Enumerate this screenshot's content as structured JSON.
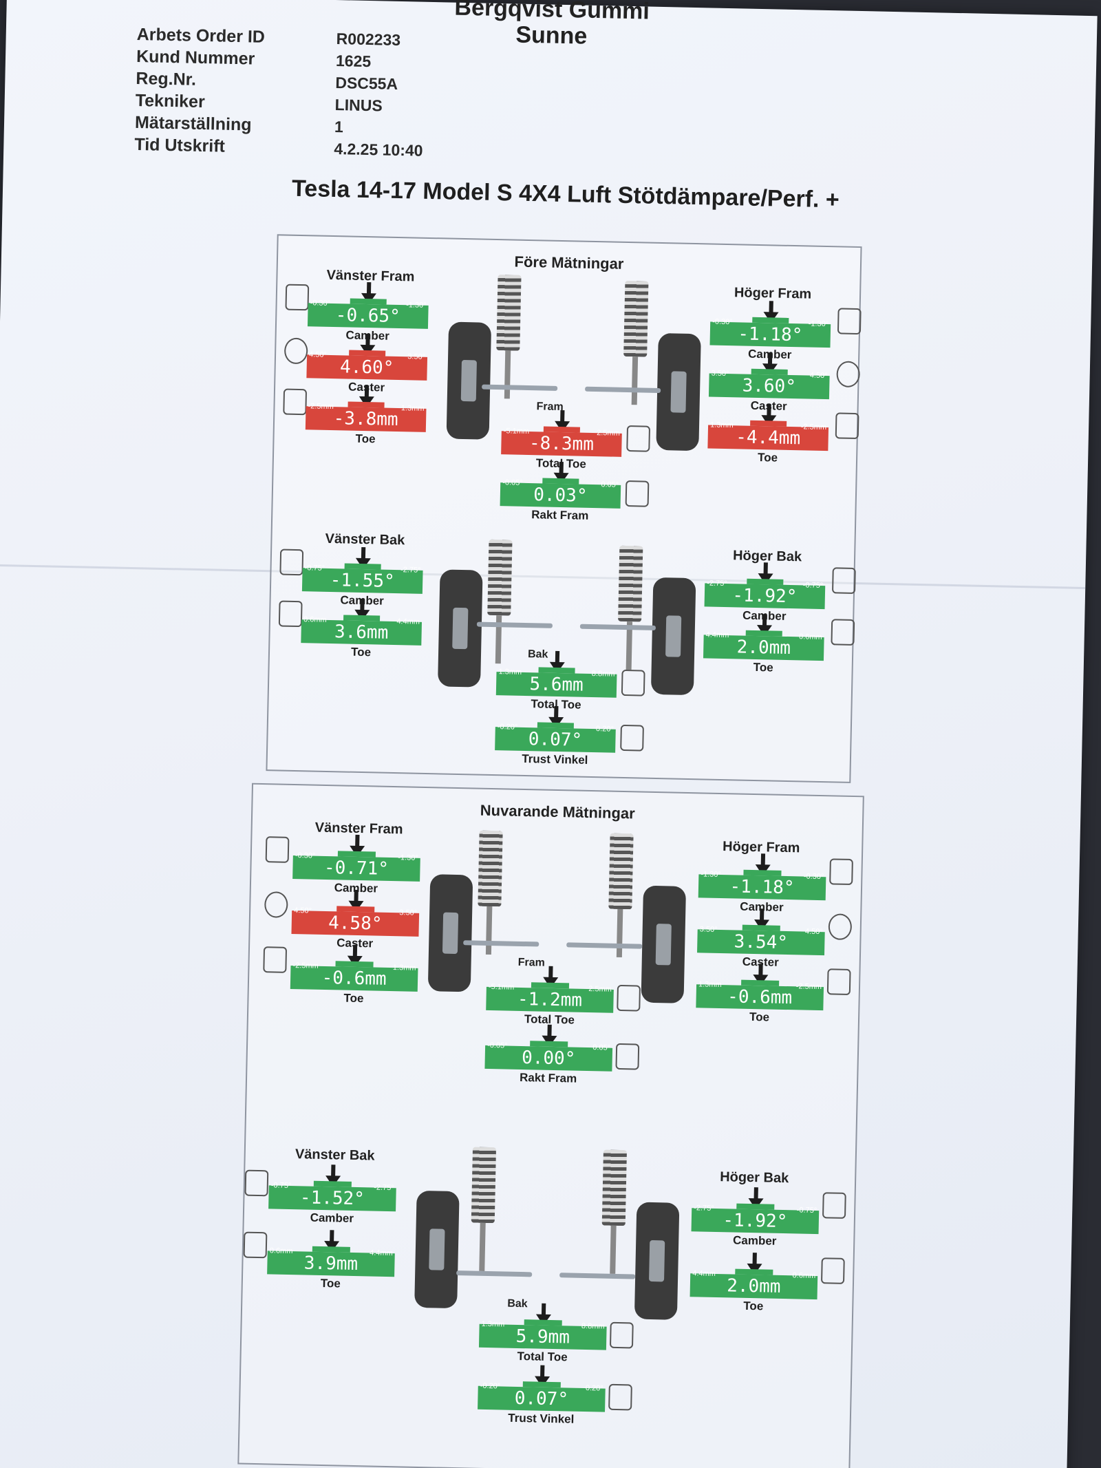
{
  "header": {
    "shop_name": "Bergqvist Gummi",
    "shop_city": "Sunne",
    "fields": [
      {
        "label": "Arbets Order ID",
        "value": "R002233"
      },
      {
        "label": "Kund Nummer",
        "value": "1625"
      },
      {
        "label": "Reg.Nr.",
        "value": "DSC55A"
      },
      {
        "label": "Tekniker",
        "value": "LINUS"
      },
      {
        "label": "Mätarställning",
        "value": "1"
      },
      {
        "label": "Tid Utskrift",
        "value": "4.2.25 10:40"
      }
    ],
    "vehicle": "Tesla 14-17 Model S 4X4 Luft Stötdämpare/Perf. +"
  },
  "before": {
    "title": "Före Mätningar",
    "front_label": "Fram",
    "rear_label": "Bak",
    "vanster_fram": "Vänster Fram",
    "hoger_fram": "Höger Fram",
    "vanster_bak": "Vänster Bak",
    "hoger_bak": "Höger Bak",
    "lf_camber": {
      "min": "-0.30°",
      "max": "-1.30°",
      "value": "-0.65°",
      "label": "Camber",
      "status": "green"
    },
    "lf_caster": {
      "min": "4.50°",
      "max": "3.50°",
      "value": "4.60°",
      "label": "Caster",
      "status": "red"
    },
    "lf_toe": {
      "min": "-2.5mm",
      "max": "1.3mm",
      "value": "-3.8mm",
      "label": "Toe",
      "status": "red"
    },
    "rf_camber": {
      "min": "-0.30°",
      "max": "-1.30°",
      "value": "-1.18°",
      "label": "Camber",
      "status": "green"
    },
    "rf_caster": {
      "min": "3.50°",
      "max": "4.50°",
      "value": "3.60°",
      "label": "Caster",
      "status": "green"
    },
    "rf_toe": {
      "min": "1.3mm",
      "max": "-2.5mm",
      "value": "-4.4mm",
      "label": "Toe",
      "status": "red"
    },
    "total_toe": {
      "min": "-5.1mm",
      "max": "2.5mm",
      "value": "-8.3mm",
      "label": "Total Toe",
      "status": "red"
    },
    "rakt_fram": {
      "min": "-0.05°",
      "max": "0.05°",
      "value": "0.03°",
      "label": "Rakt Fram",
      "status": "green"
    },
    "lr_camber": {
      "min": "-0.75°",
      "max": "-2.75°",
      "value": "-1.55°",
      "label": "Camber",
      "status": "green"
    },
    "lr_toe": {
      "min": "0.6mm",
      "max": "4.4mm",
      "value": "3.6mm",
      "label": "Toe",
      "status": "green"
    },
    "rr_camber": {
      "min": "-2.75°",
      "max": "-0.75°",
      "value": "-1.92°",
      "label": "Camber",
      "status": "green"
    },
    "rr_toe": {
      "min": "4.4mm",
      "max": "0.6mm",
      "value": "2.0mm",
      "label": "Toe",
      "status": "green"
    },
    "rear_total_toe": {
      "min": "1.3mm",
      "max": "8.8mm",
      "value": "5.6mm",
      "label": "Total Toe",
      "status": "green"
    },
    "trust": {
      "min": "-0.20°",
      "max": "0.20°",
      "value": "0.07°",
      "label": "Trust Vinkel",
      "status": "green"
    }
  },
  "current": {
    "title": "Nuvarande Mätningar",
    "front_label": "Fram",
    "rear_label": "Bak",
    "vanster_fram": "Vänster Fram",
    "hoger_fram": "Höger Fram",
    "vanster_bak": "Vänster Bak",
    "hoger_bak": "Höger Bak",
    "lf_camber": {
      "min": "-0.30°",
      "max": "-1.30°",
      "value": "-0.71°",
      "label": "Camber",
      "status": "green"
    },
    "lf_caster": {
      "min": "4.50°",
      "max": "3.50°",
      "value": "4.58°",
      "label": "Caster",
      "status": "red"
    },
    "lf_toe": {
      "min": "-2.5mm",
      "max": "1.3mm",
      "value": "-0.6mm",
      "label": "Toe",
      "status": "green"
    },
    "rf_camber": {
      "min": "-1.30°",
      "max": "-0.30°",
      "value": "-1.18°",
      "label": "Camber",
      "status": "green"
    },
    "rf_caster": {
      "min": "3.50°",
      "max": "4.50°",
      "value": "3.54°",
      "label": "Caster",
      "status": "green"
    },
    "rf_toe": {
      "min": "1.3mm",
      "max": "-2.5mm",
      "value": "-0.6mm",
      "label": "Toe",
      "status": "green"
    },
    "total_toe": {
      "min": "-5.1mm",
      "max": "2.5mm",
      "value": "-1.2mm",
      "label": "Total Toe",
      "status": "green"
    },
    "rakt_fram": {
      "min": "-0.05°",
      "max": "0.05°",
      "value": "0.00°",
      "label": "Rakt Fram",
      "status": "green"
    },
    "lr_camber": {
      "min": "-0.75°",
      "max": "-2.75°",
      "value": "-1.52°",
      "label": "Camber",
      "status": "green"
    },
    "lr_toe": {
      "min": "0.6mm",
      "max": "4.4mm",
      "value": "3.9mm",
      "label": "Toe",
      "status": "green"
    },
    "rr_camber": {
      "min": "-2.75°",
      "max": "-0.75°",
      "value": "-1.92°",
      "label": "Camber",
      "status": "green"
    },
    "rr_toe": {
      "min": "4.4mm",
      "max": "0.6mm",
      "value": "2.0mm",
      "label": "Toe",
      "status": "green"
    },
    "rear_total_toe": {
      "min": "1.3mm",
      "max": "8.8mm",
      "value": "5.9mm",
      "label": "Total Toe",
      "status": "green"
    },
    "trust": {
      "min": "-0.20°",
      "max": "0.20°",
      "value": "0.07°",
      "label": "Trust Vinkel",
      "status": "green"
    }
  }
}
